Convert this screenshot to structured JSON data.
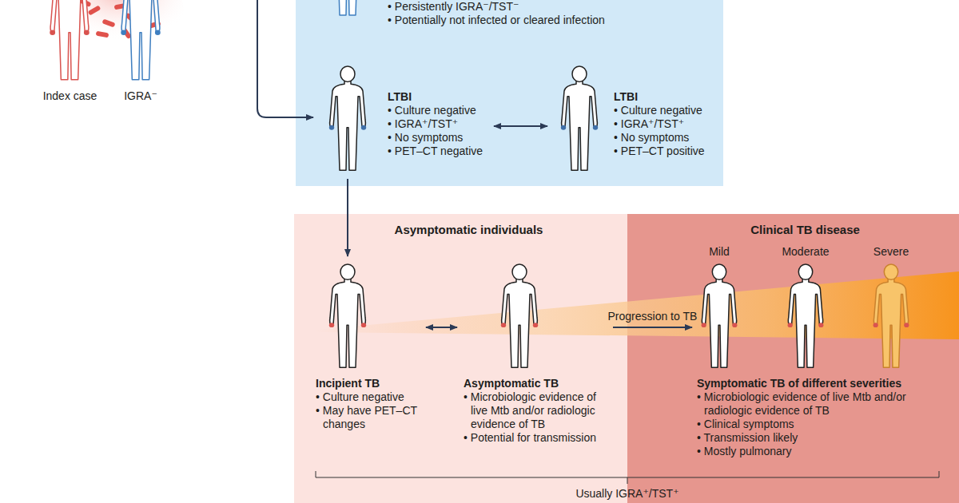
{
  "diagram": {
    "nodes": [
      {
        "text": [
          "Index case"
        ]
      },
      {
        "text": [
          "IGRA⁻"
        ]
      },
      {
        "text": [
          "• Persistently IGRA⁻/TST⁻",
          "• Potentially not infected or cleared infection"
        ]
      },
      {
        "text": [
          "LTBI",
          "• Culture negative",
          "• IGRA⁺/TST⁺",
          "• No symptoms",
          "• PET–CT negative"
        ]
      },
      {
        "text": [
          "LTBI",
          "• Culture negative",
          "• IGRA⁺/TST⁺",
          "• No symptoms",
          "• PET–CT positive"
        ]
      },
      {
        "text": [
          "Asymptomatic individuals"
        ]
      },
      {
        "text": [
          "Clinical TB disease"
        ]
      },
      {
        "text": [
          "Incipient TB",
          "• Culture negative",
          "• May have PET–CT changes"
        ],
        "in": 5
      },
      {
        "text": [
          "Asymptomatic TB",
          "• Microbiologic evidence of live Mtb and/or radiologic evidence of TB",
          "• Potential for transmission"
        ],
        "in": 5
      },
      {
        "text": [
          "Mild"
        ],
        "in": 6
      },
      {
        "text": [
          "Moderate"
        ],
        "in": 6
      },
      {
        "text": [
          "Severe"
        ],
        "in": 6
      }
    ],
    "edges": [
      {
        "from": 3,
        "to": 4,
        "arrow": "both"
      },
      {
        "from": 3,
        "to": 7,
        "arrow": "to"
      },
      {
        "from": 7,
        "to": 8,
        "arrow": "both"
      },
      {
        "from": 8,
        "to": 9,
        "label": "Progression to TB",
        "arrow": "to"
      }
    ],
    "labels": [
      "Symptomatic TB of different severities",
      "• Microbiologic evidence of live Mtb and/or radiologic evidence of TB",
      "• Clinical symptoms",
      "• Transmission likely",
      "• Mostly pulmonary",
      "Usually IGRA⁺/TST⁺"
    ]
  }
}
